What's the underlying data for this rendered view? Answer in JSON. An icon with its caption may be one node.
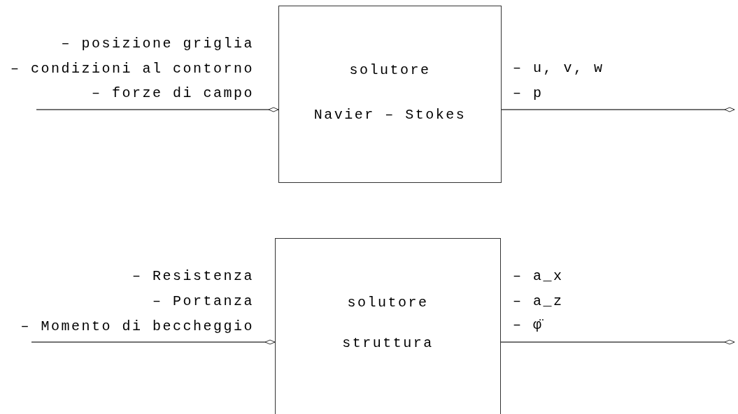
{
  "diagram": {
    "nodes": [
      {
        "text": [
          "solutore",
          "Navier – Stokes"
        ]
      },
      {
        "text": [
          "solutore",
          "struttura"
        ]
      }
    ],
    "edges": [
      {
        "from": null,
        "to": 0,
        "arrow": "other"
      },
      {
        "from": 0,
        "to": null,
        "arrow": "other"
      },
      {
        "from": null,
        "to": 1,
        "arrow": "other"
      },
      {
        "from": 1,
        "to": null,
        "arrow": "other"
      }
    ],
    "labels": [
      "– posizione griglia",
      "– condizioni al contorno",
      "– forze di campo",
      "– u, v, w",
      "– p",
      "– Resistenza",
      "– Portanza",
      "– Momento di beccheggio",
      "– a_x",
      "– a_z",
      "– φ̈"
    ]
  }
}
